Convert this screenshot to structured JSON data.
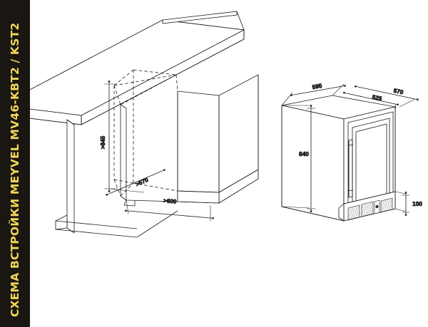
{
  "title": {
    "text": "СХЕМА ВСТРОЙКИ MEYVEL MV46-KBT2 / KST2",
    "color": "#f0d75a",
    "background": "#1a1611"
  },
  "diagrams": {
    "niche": {
      "name": "Niche / cabinet cut-out isometric view",
      "dimensions": {
        "height_label": ">845",
        "depth_label": ">570",
        "width_label": ">600"
      }
    },
    "appliance": {
      "name": "Wine cooler isometric view",
      "dimensions": {
        "top_width_label": "595",
        "top_depth_inner_label": "525",
        "top_depth_label": "570",
        "height_label": "840",
        "plinth_label": "100"
      }
    }
  },
  "line_color": "#1b1b1b"
}
